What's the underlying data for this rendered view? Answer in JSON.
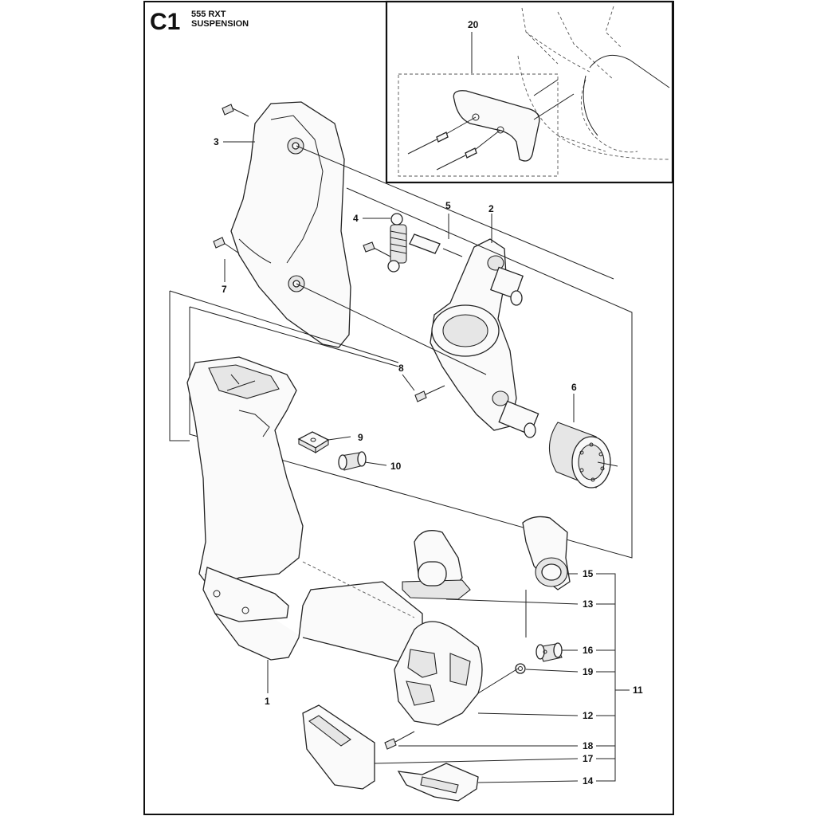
{
  "header": {
    "code": "C1",
    "model": "555 RXT",
    "section": "SUSPENSION"
  },
  "callouts": {
    "c1": "1",
    "c2": "2",
    "c3": "3",
    "c4": "4",
    "c5": "5",
    "c6": "6",
    "c7": "7",
    "c8": "8",
    "c9": "9",
    "c10": "10",
    "c11": "11",
    "c12": "12",
    "c13": "13",
    "c14": "14",
    "c15": "15",
    "c16": "16",
    "c17": "17",
    "c18": "18",
    "c19": "19",
    "c20": "20"
  }
}
